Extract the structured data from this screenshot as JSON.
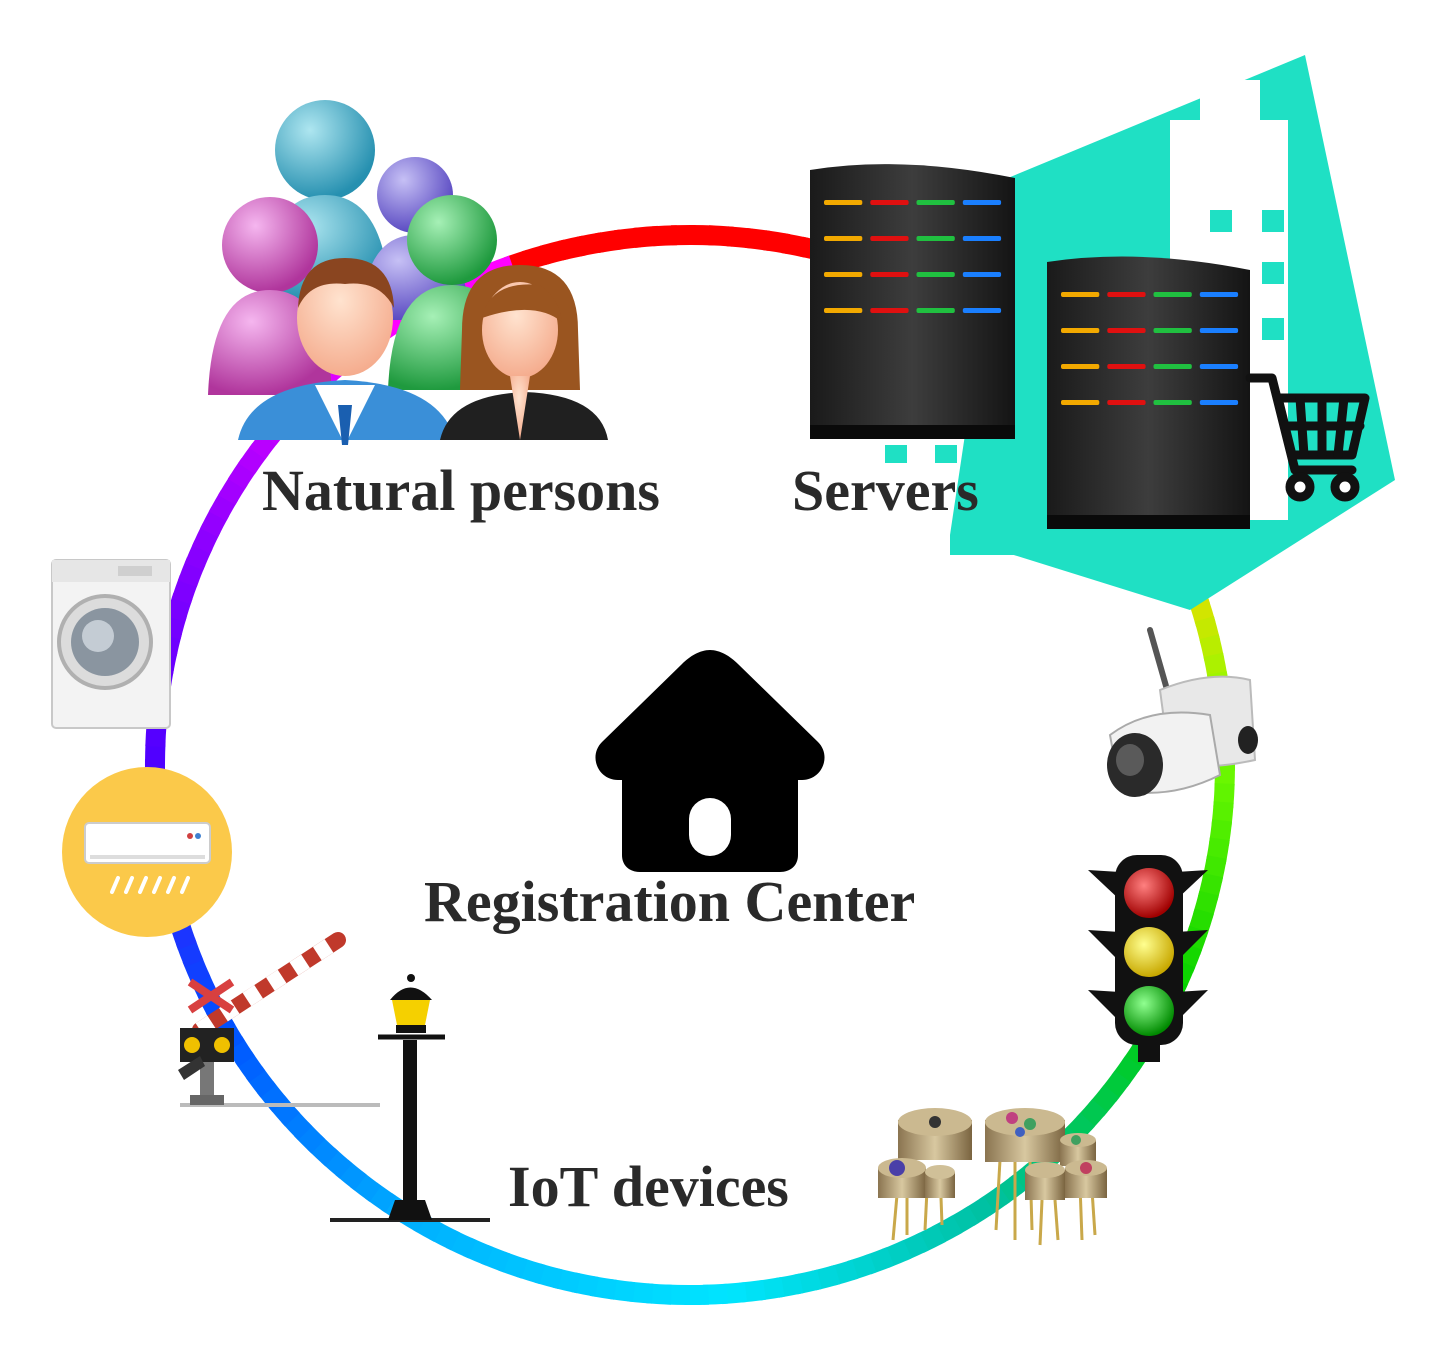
{
  "labels": {
    "natural_persons": "Natural persons",
    "servers": "Servers",
    "registration_center": "Registration Center",
    "iot_devices": "IoT devices"
  },
  "icons": [
    "people-group-icon",
    "server-rack-icon",
    "building-icon",
    "shopping-cart-icon",
    "security-camera-icon",
    "traffic-light-icon",
    "sensor-components-icon",
    "street-lamp-icon",
    "railway-barrier-icon",
    "air-conditioner-icon",
    "washing-machine-icon",
    "house-icon"
  ],
  "colors": {
    "ring": [
      "#ff0000",
      "#ff8c00",
      "#ffd700",
      "#7fff00",
      "#00c800",
      "#00e5ff",
      "#0060ff",
      "#4000ff",
      "#8a00ff",
      "#ff00ff"
    ],
    "building": "#1fe0c4",
    "ac_circle": "#fbc94a",
    "house": "#000000"
  }
}
